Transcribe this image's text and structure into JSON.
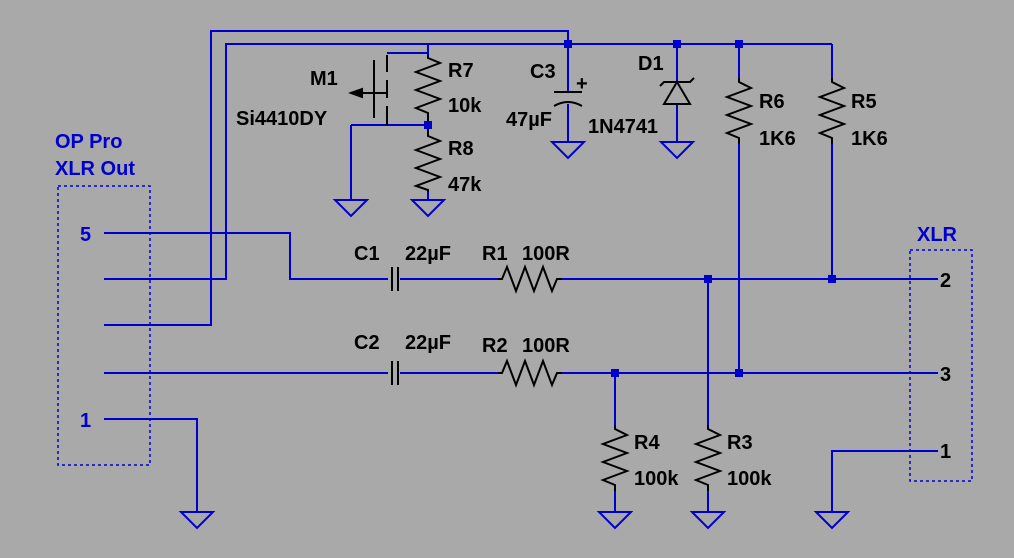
{
  "colors": {
    "background": "#a9a9a9",
    "wire": "#0000cd",
    "component": "#000000",
    "port_text": "#0000cd"
  },
  "left_port": {
    "title_line1": "OP Pro",
    "title_line2": "XLR Out",
    "pin_top": "5",
    "pin_bottom": "1"
  },
  "right_port": {
    "title": "XLR",
    "pin2": "2",
    "pin3": "3",
    "pin1": "1"
  },
  "components": {
    "m1": {
      "ref": "M1",
      "value": "Si4410DY"
    },
    "r7": {
      "ref": "R7",
      "value": "10k"
    },
    "r8": {
      "ref": "R8",
      "value": "47k"
    },
    "c3": {
      "ref": "C3",
      "value": "47µF",
      "polarity": "+"
    },
    "d1": {
      "ref": "D1",
      "value": "1N4741"
    },
    "r6": {
      "ref": "R6",
      "value": "1K6"
    },
    "r5": {
      "ref": "R5",
      "value": "1K6"
    },
    "c1": {
      "ref": "C1",
      "value": "22µF"
    },
    "r1": {
      "ref": "R1",
      "value": "100R"
    },
    "c2": {
      "ref": "C2",
      "value": "22µF"
    },
    "r2": {
      "ref": "R2",
      "value": "100R"
    },
    "r4": {
      "ref": "R4",
      "value": "100k"
    },
    "r3": {
      "ref": "R3",
      "value": "100k"
    }
  }
}
